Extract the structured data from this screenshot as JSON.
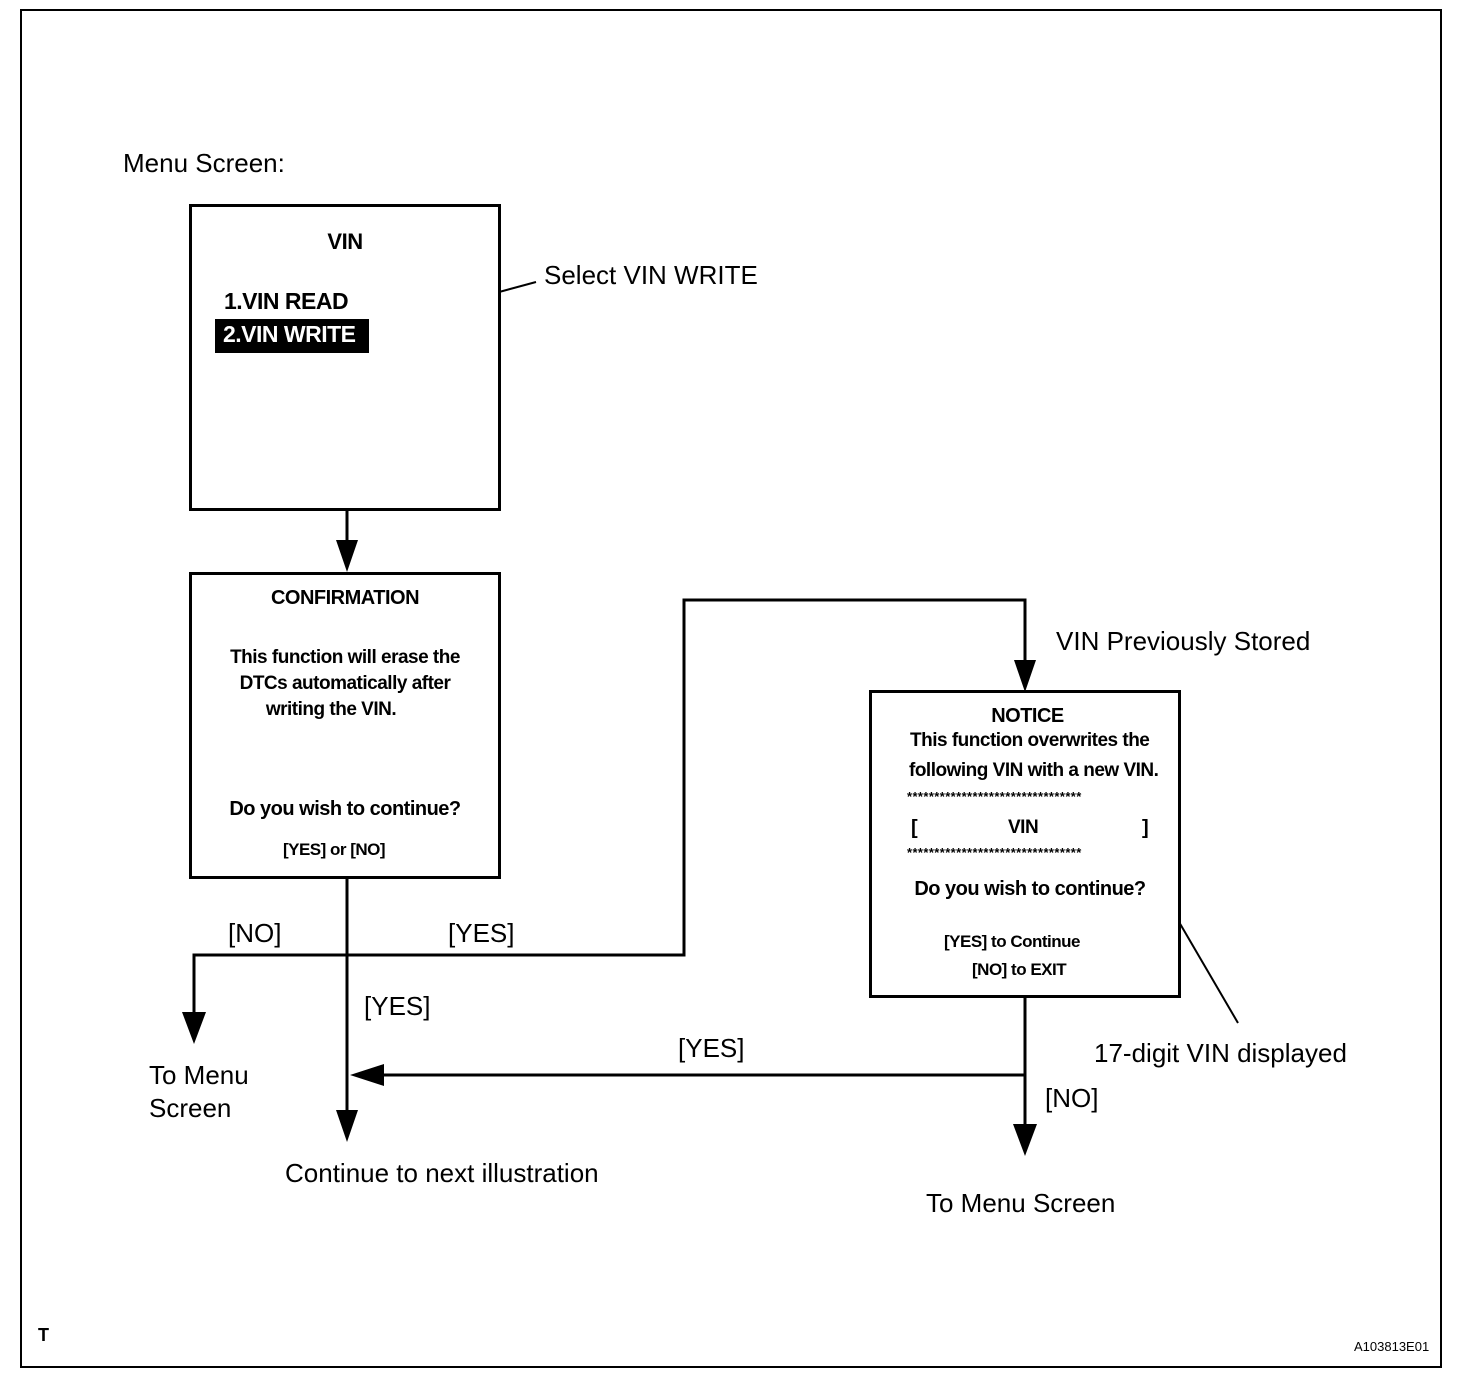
{
  "menu_screen_label": "Menu Screen:",
  "vin_screen": {
    "title": "VIN",
    "item1": "1.VIN READ",
    "item2": "2.VIN WRITE"
  },
  "callout_select": "Select VIN WRITE",
  "confirmation_screen": {
    "title": "CONFIRMATION",
    "message_line1": "This function will erase the",
    "message_line2": "DTCs automatically after",
    "message_line3": "writing the VIN.",
    "question": "Do you wish to continue?",
    "options": "[YES] or [NO]"
  },
  "vin_previously_stored": "VIN Previously Stored",
  "notice_screen": {
    "title": "NOTICE",
    "line1": "This function overwrites the",
    "line2": "following VIN with a new VIN.",
    "stars_top": "********************************",
    "bracket_left": "[",
    "vin": "VIN",
    "bracket_right": "]",
    "stars_bottom": "********************************",
    "question": "Do you wish to continue?",
    "yes_option": "[YES] to Continue",
    "no_option": "[NO] to EXIT"
  },
  "flow_labels": {
    "no_left": "[NO]",
    "yes_top": "[YES]",
    "yes_down": "[YES]",
    "yes_return": "[YES]",
    "no_right": "[NO]"
  },
  "callout_17digit": "17-digit VIN displayed",
  "to_menu_left_line1": "To Menu",
  "to_menu_left_line2": "Screen",
  "continue_next": "Continue to next illustration",
  "to_menu_right": "To Menu Screen",
  "corner_mark": "T",
  "figure_id": "A103813E01"
}
